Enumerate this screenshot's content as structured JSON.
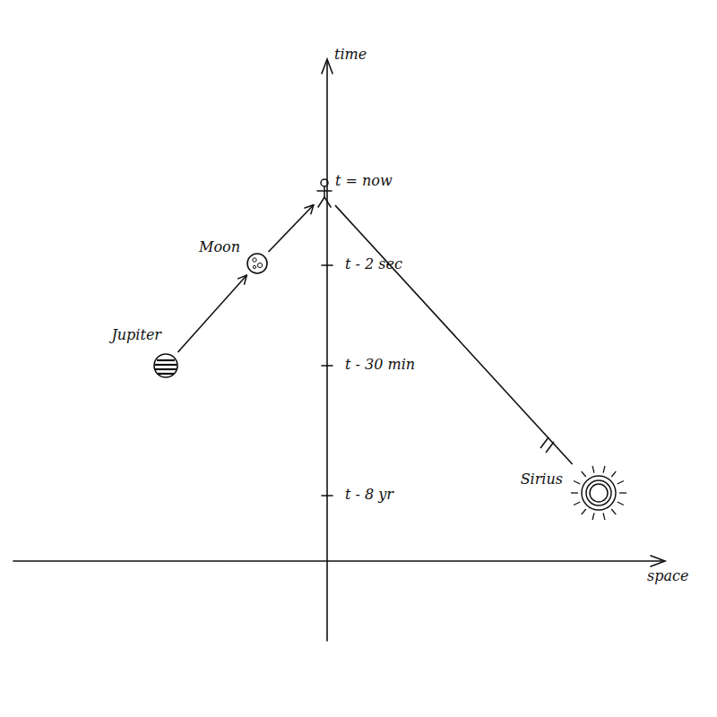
{
  "diagram": {
    "nodes": [
      {
        "text": [
          "Jupiter"
        ]
      },
      {
        "text": [
          "Moon"
        ]
      },
      {
        "text": [
          "t = now"
        ]
      },
      {
        "text": [
          "Sirius"
        ]
      }
    ],
    "edges": [
      {
        "from": 0,
        "to": 1,
        "arrow": "to"
      },
      {
        "from": 1,
        "to": 2,
        "arrow": "to"
      },
      {
        "from": 3,
        "to": 2,
        "arrow": "none"
      }
    ],
    "labels": [
      "time",
      "space",
      "t - 2 sec",
      "t - 30 min",
      "t - 8 yr"
    ]
  }
}
